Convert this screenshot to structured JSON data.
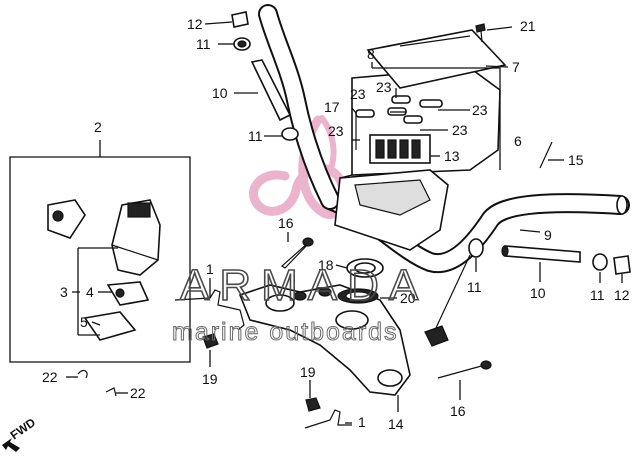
{
  "labels": {
    "l21": "21",
    "l12a": "12",
    "l11a": "11",
    "l8": "8",
    "l7": "7",
    "l10a": "10",
    "l23a": "23",
    "l23b": "23",
    "l23c": "23",
    "l23d": "23",
    "l17": "17",
    "l23e": "23",
    "l2": "2",
    "l6": "6",
    "l11b": "11",
    "l13": "13",
    "l15": "15",
    "l9": "9",
    "l16a": "16",
    "l18": "18",
    "l1a": "1",
    "l3": "3",
    "l4": "4",
    "l20": "20",
    "l5": "5",
    "l11c": "11",
    "l10b": "10",
    "l11d": "11",
    "l12b": "12",
    "l19a": "19",
    "l22a": "22",
    "l22b": "22",
    "l19b": "19",
    "l16b": "16",
    "l1b": "1",
    "l14": "14"
  },
  "watermark": {
    "brand": "ARMADA",
    "tagline": "marine outboards",
    "color": "#e8a6c4"
  },
  "fwd_label": "FWD"
}
